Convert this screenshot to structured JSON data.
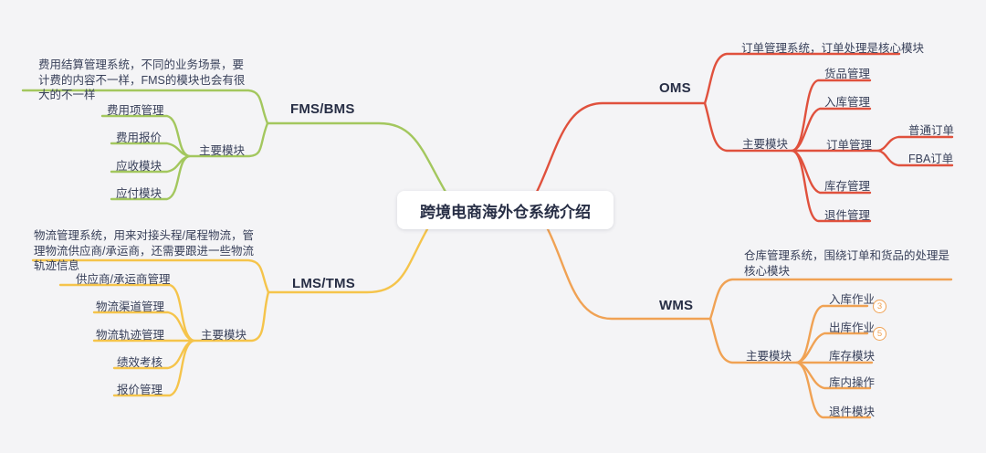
{
  "palette": {
    "background": "#f4f4f6",
    "node_bg": "#ffffff",
    "text": "#39415a",
    "heading": "#272e45",
    "green": "#a3c75e",
    "yellow": "#f5c44b",
    "red": "#e0513d",
    "orange": "#f0a254"
  },
  "center": {
    "label": "跨境电商海外仓系统介绍"
  },
  "branches": [
    {
      "id": "fms",
      "label": "FMS/BMS",
      "note": "费用结算管理系统，不同的业务场景，要计费的内容不一样，FMS的模块也会有很大的不一样",
      "group": "主要模块",
      "children": [
        "费用项管理",
        "费用报价",
        "应收模块",
        "应付模块"
      ]
    },
    {
      "id": "lms",
      "label": "LMS/TMS",
      "note": "物流管理系统，用来对接头程/尾程物流，管理物流供应商/承运商，还需要跟进一些物流轨迹信息",
      "group": "主要模块",
      "children": [
        "供应商/承运商管理",
        "物流渠道管理",
        "物流轨迹管理",
        "绩效考核",
        "报价管理"
      ]
    },
    {
      "id": "oms",
      "label": "OMS",
      "note": "订单管理系统，订单处理是核心模块",
      "group": "主要模块",
      "children": [
        "货品管理",
        "入库管理",
        "订单管理",
        "库存管理",
        "退件管理"
      ],
      "order_types": [
        "普通订单",
        "FBA订单"
      ]
    },
    {
      "id": "wms",
      "label": "WMS",
      "note": "仓库管理系统，围绕订单和货品的处理是核心模块",
      "group": "主要模块",
      "children": [
        "入库作业",
        "出库作业",
        "库存模块",
        "库内操作",
        "退件模块"
      ],
      "badges": [
        "3",
        "5"
      ]
    }
  ]
}
